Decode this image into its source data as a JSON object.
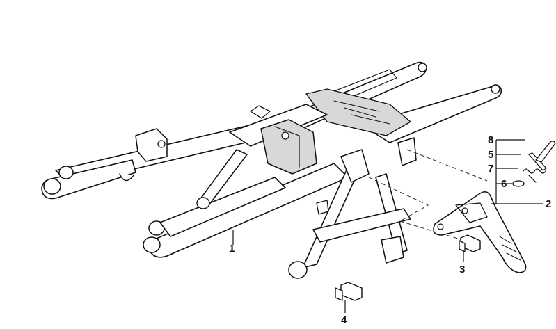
{
  "diagram": {
    "callouts": [
      {
        "id": "1",
        "label": "1"
      },
      {
        "id": "2",
        "label": "2"
      },
      {
        "id": "3",
        "label": "3"
      },
      {
        "id": "4",
        "label": "4"
      },
      {
        "id": "5",
        "label": "5"
      },
      {
        "id": "6",
        "label": "6"
      },
      {
        "id": "7",
        "label": "7"
      },
      {
        "id": "8",
        "label": "8"
      }
    ],
    "parts": [
      {
        "ref": "1",
        "icon": "rear-frame-subframe"
      },
      {
        "ref": "2",
        "icon": "footrest-bracket-plate"
      },
      {
        "ref": "3",
        "icon": "hex-bolt"
      },
      {
        "ref": "4",
        "icon": "hex-bolt"
      },
      {
        "ref": "5",
        "icon": "pin"
      },
      {
        "ref": "6",
        "icon": "ring"
      },
      {
        "ref": "7",
        "icon": "spring"
      },
      {
        "ref": "8",
        "icon": "pin"
      }
    ]
  }
}
